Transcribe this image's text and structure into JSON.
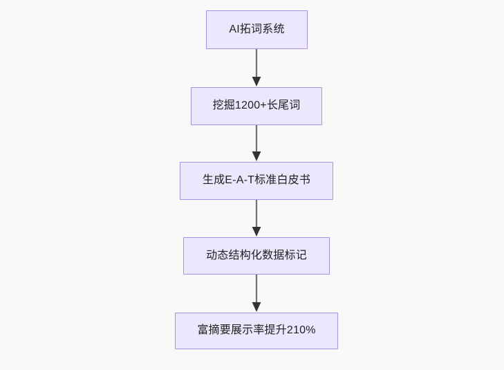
{
  "diagram": {
    "type": "flowchart",
    "orientation": "top-to-bottom",
    "background_color": "#f9f9fa",
    "node_fill_color": "#ebe7fc",
    "node_border_color": "#ab8fe0",
    "node_text_color": "#1f2020",
    "connector_color": "#707070",
    "arrowhead_color": "#333333",
    "nodes": [
      {
        "id": "n1",
        "label": "AI拓词系统"
      },
      {
        "id": "n2",
        "label": "挖掘1200+长尾词"
      },
      {
        "id": "n3",
        "label": "生成E-A-T标准白皮书"
      },
      {
        "id": "n4",
        "label": "动态结构化数据标记"
      },
      {
        "id": "n5",
        "label": "富摘要展示率提升210%"
      }
    ],
    "edges": [
      {
        "from": "n1",
        "to": "n2",
        "label": ""
      },
      {
        "from": "n2",
        "to": "n3",
        "label": ""
      },
      {
        "from": "n3",
        "to": "n4",
        "label": ""
      },
      {
        "from": "n4",
        "to": "n5",
        "label": ""
      }
    ]
  }
}
